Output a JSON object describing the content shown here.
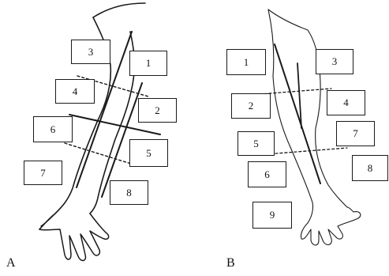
{
  "panels": [
    {
      "label": "A",
      "boxes": [
        "1",
        "2",
        "3",
        "4",
        "5",
        "6",
        "7",
        "8"
      ]
    },
    {
      "label": "B",
      "boxes": [
        "1",
        "2",
        "3",
        "4",
        "5",
        "6",
        "7",
        "8",
        "9"
      ]
    }
  ],
  "colors": {
    "line": "#1a1a1a",
    "background": "#ffffff"
  }
}
